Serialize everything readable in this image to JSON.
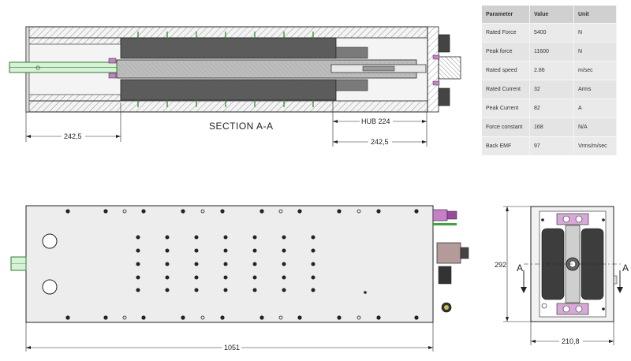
{
  "section_view": {
    "title": "SECTION A-A",
    "dim_left": "242,5",
    "dim_hub": "HUB 224",
    "dim_right": "242,5"
  },
  "plan_view": {
    "dim_length": "1051"
  },
  "end_view": {
    "dim_height": "292",
    "dim_width": "210,8",
    "section_mark_left": "A",
    "section_mark_right": "A"
  },
  "spec_table": {
    "headers": [
      "Parameter",
      "Value",
      "Unit"
    ],
    "rows": [
      [
        "Rated Force",
        "5400",
        "N"
      ],
      [
        "Peak force",
        "11600",
        "N"
      ],
      [
        "Rated speed",
        "2.86",
        "m/sec"
      ],
      [
        "Rated Current",
        "32",
        "Arms"
      ],
      [
        "Peak Current",
        "82",
        "A"
      ],
      [
        "Force constant",
        "168",
        "N/A"
      ],
      [
        "Back EMF",
        "97",
        "Vrms/m/sec"
      ]
    ]
  },
  "colors": {
    "line": "#222222",
    "hatch": "#555555",
    "magnet": "#5a5a5a",
    "shaft": "#3fa33f",
    "connector": "#b040b0",
    "table_header": "#d0d0d0",
    "table_body": "#eaeaea"
  }
}
